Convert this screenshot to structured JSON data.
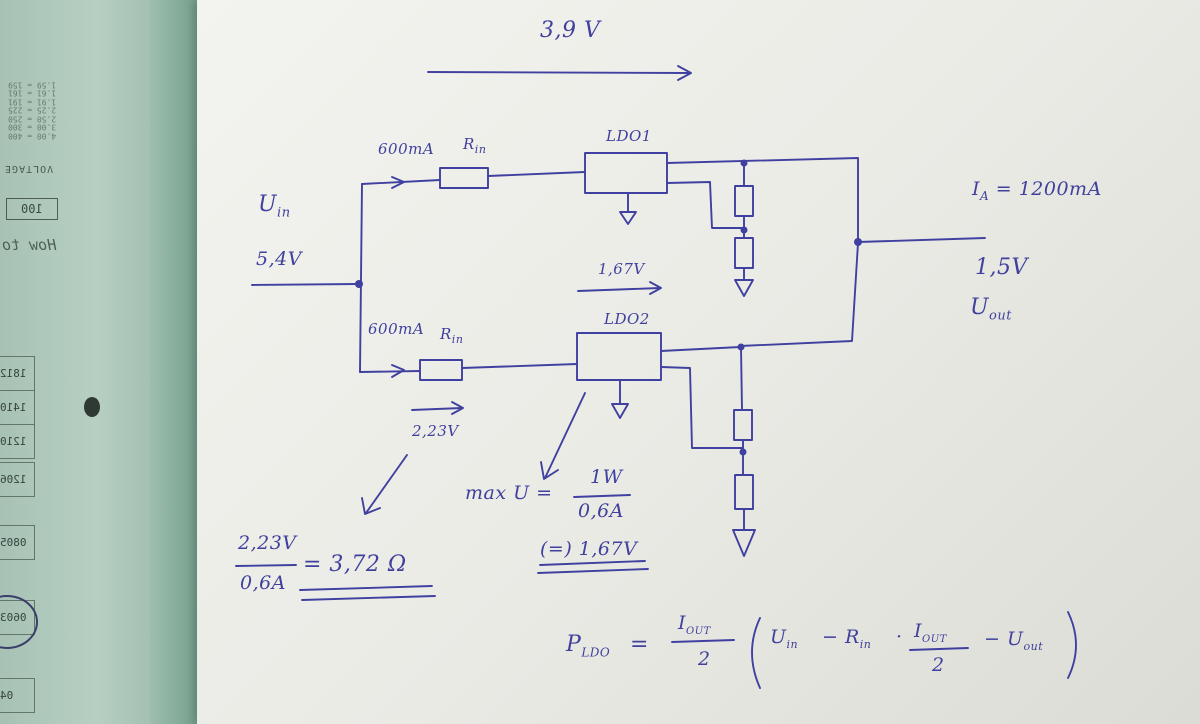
{
  "folder": {
    "voltage_table": [
      "4.00 = 400",
      "3.00 = 300",
      "2.50 = 250",
      "2.25 = 225",
      "1.91 = 191",
      "1.61 = 161",
      "1.59 = 159"
    ],
    "voltage_label": "VOLTAGE",
    "value_box": "100",
    "how_to": "How to",
    "size_codes": [
      "1812",
      "1410",
      "1210",
      "1206",
      "0805",
      "0603",
      "04"
    ]
  },
  "diagram": {
    "top_voltage": "3,9 V",
    "input_label": "U",
    "input_sub": "in",
    "input_voltage": "5,4V",
    "branch1_current": "600mA",
    "branch1_resistor": "R",
    "branch1_resistor_sub": "in",
    "ldo1_label": "LDO1",
    "ldo2_voltage_drop": "1,67V",
    "ldo2_label": "LDO2",
    "branch2_current": "600mA",
    "branch2_resistor": "R",
    "branch2_resistor_sub": "in",
    "resistor_drop": "2,23V",
    "output_current_label": "I",
    "output_current_sub": "A",
    "output_current_value": "= 1200mA",
    "output_voltage": "1,5V",
    "output_label": "U",
    "output_sub": "out"
  },
  "equations": {
    "r_numerator": "2,23V",
    "r_denominator": "0,6A",
    "r_result": "= 3,72 Ω",
    "maxu_lhs": "max U =",
    "maxu_numerator": "1W",
    "maxu_denominator": "0,6A",
    "maxu_result": "(=) 1,67V",
    "p_symbol": "P",
    "p_sub": "LDO",
    "p_equals": "=",
    "p_fraction_numerator": "I",
    "p_fraction_numerator_sub": "OUT",
    "p_fraction_denominator": "2",
    "p_bracket_body": "U",
    "p_bracket_body_sub": "in",
    "p_minus_r": "− R",
    "p_minus_r_sub": "in",
    "p_dot": "·",
    "p_inner_numerator": "I",
    "p_inner_numerator_sub": "OUT",
    "p_inner_denominator": "2",
    "p_minus_uout": "− U",
    "p_minus_uout_sub": "out"
  }
}
